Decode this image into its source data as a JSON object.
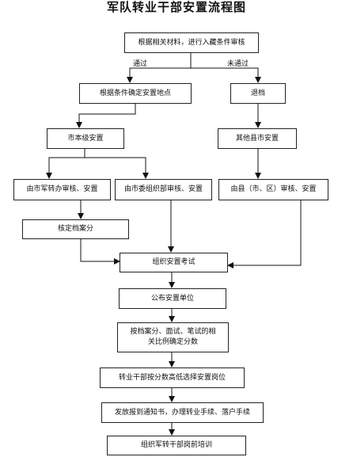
{
  "title": "军队转业干部安置流程图",
  "nodes": {
    "review": "根据相关材料，进行入藏条件审核",
    "determine_place": "根据条件确定安置地点",
    "return_file": "退档",
    "city_level": "市本级安置",
    "other_county": "其他县市安置",
    "city_transfer_office": "由市军转办审核、安置",
    "city_org_dept": "由市委组织部审核、安置",
    "county_review": "由县（市、区）审核、安置",
    "verify_score": "核定档案分",
    "organize_exam": "组织安置考试",
    "publish_units": "公布安置单位",
    "ratio_score": "按档案分、面试、笔试的相关比例确定分数",
    "choose_posts": "转业干部按分数高低选择安置岗位",
    "issue_notice": "发放报到通知书，办理转业手续、落户手续",
    "pre_job_training": "组织军转干部岗前培训"
  },
  "branch_labels": {
    "pass": "通过",
    "fail": "未通过"
  }
}
